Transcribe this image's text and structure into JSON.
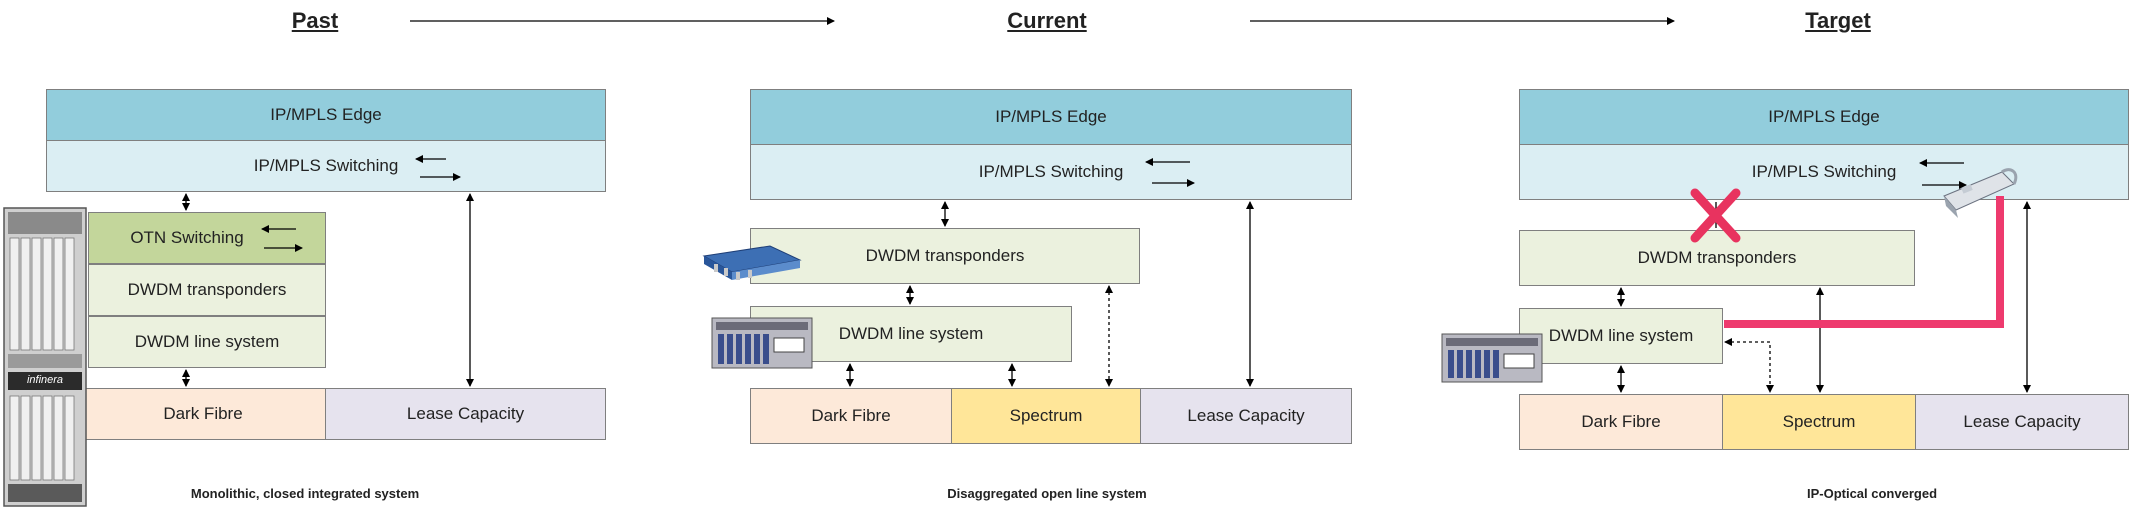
{
  "headings": {
    "past": "Past",
    "current": "Current",
    "target": "Target"
  },
  "captions": {
    "past": "Monolithic, closed integrated system",
    "current": "Disaggregated open line system",
    "target": "IP-Optical converged"
  },
  "past": {
    "edge": "IP/MPLS Edge",
    "switching": "IP/MPLS Switching",
    "otn": "OTN Switching",
    "transponders": "DWDM transponders",
    "line_system": "DWDM line system",
    "dark_fibre": "Dark Fibre",
    "lease": "Lease Capacity",
    "vendor_logo": "infinera"
  },
  "current": {
    "edge": "IP/MPLS Edge",
    "switching": "IP/MPLS Switching",
    "transponders": "DWDM transponders",
    "line_system": "DWDM line system",
    "dark_fibre": "Dark Fibre",
    "spectrum": "Spectrum",
    "lease": "Lease Capacity"
  },
  "target": {
    "edge": "IP/MPLS Edge",
    "switching": "IP/MPLS Switching",
    "transponders": "DWDM transponders",
    "line_system": "DWDM line system",
    "dark_fibre": "Dark Fibre",
    "spectrum": "Spectrum",
    "lease": "Lease Capacity"
  },
  "colors": {
    "edge": "#92cddc",
    "switching": "#dbeef3",
    "otn": "#c3d69b",
    "dwdm": "#ebf1de",
    "dark_fibre": "#fde9d9",
    "spectrum": "#ffe699",
    "lease": "#e6e3ee",
    "converged_link": "#ee3a6e",
    "blocked_mark": "#e8335f"
  }
}
